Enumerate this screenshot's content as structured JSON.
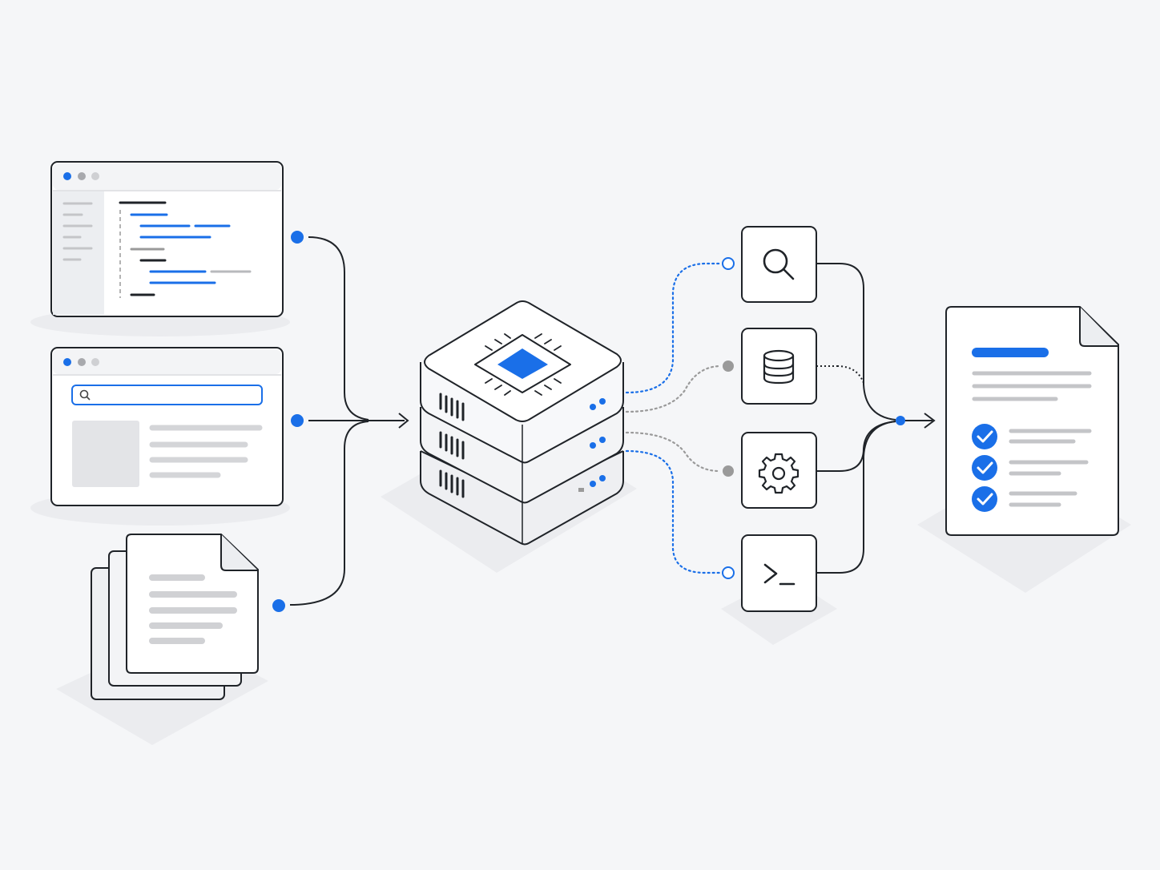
{
  "colors": {
    "background": "#f5f6f8",
    "accent": "#1a6fe8",
    "stroke": "#1f2328",
    "gray": "#9a9a9a",
    "light_gray": "#d4d5d8",
    "panel": "#ffffff",
    "shadow": "#e8e9ec"
  },
  "inputs": [
    {
      "kind": "code-editor-window",
      "icon": "code-editor-icon"
    },
    {
      "kind": "search-browser-window",
      "icon": "search-window-icon"
    },
    {
      "kind": "document-stack",
      "icon": "documents-icon"
    }
  ],
  "processor": {
    "kind": "server-stack",
    "icon": "cpu-chip-icon",
    "layers": 3
  },
  "tools": [
    {
      "kind": "search-tool",
      "icon": "magnifier-icon",
      "link": "blue-dotted"
    },
    {
      "kind": "database-tool",
      "icon": "database-icon",
      "link": "gray-dotted"
    },
    {
      "kind": "settings-tool",
      "icon": "gear-icon",
      "link": "gray-dotted"
    },
    {
      "kind": "terminal-tool",
      "icon": "terminal-icon",
      "link": "blue-dotted"
    }
  ],
  "output": {
    "kind": "checklist-document",
    "icon": "document-icon",
    "checked_items": 3
  }
}
